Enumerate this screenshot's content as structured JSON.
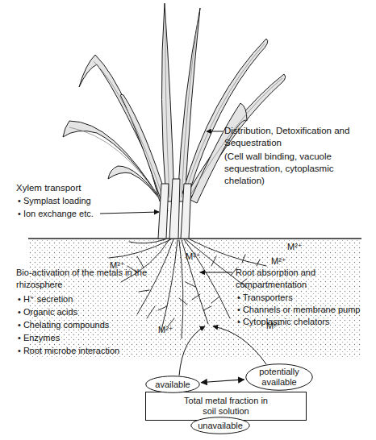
{
  "diagram": {
    "nodes": [
      {
        "text": [
          "available"
        ]
      },
      {
        "text": [
          "potentially available"
        ]
      },
      {
        "text": [
          "Total metal fraction in soil solution"
        ]
      },
      {
        "text": [
          "unavailable"
        ]
      }
    ],
    "edges": [
      {
        "from": 0,
        "to": 1,
        "arrow": "both"
      }
    ],
    "labels": [
      "Distribution, Detoxification and Sequestration",
      "(Cell wall binding, vacuole sequestration, cytoplasmic chelation)",
      "Xylem transport",
      "• Symplast loading",
      "• Ion exchange etc.",
      "M²⁺",
      "M²⁺",
      "M²⁺",
      "M²⁺",
      "M²⁺",
      "M²⁺",
      "Bio-activation of the metals in the rhizosphere",
      "• H⁺ secretion",
      "• Organic acids",
      "• Chelating compounds",
      "• Enzymes",
      "• Root microbe interaction",
      "Root absorption and compartmentation",
      "• Transporters",
      "• Channels or membrane pump",
      "• Cytoplasmic chelators"
    ]
  }
}
